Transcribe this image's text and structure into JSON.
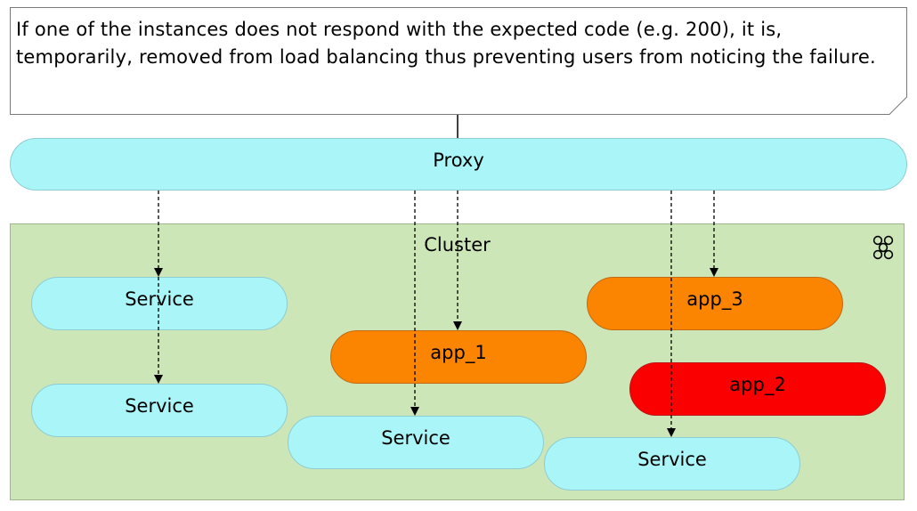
{
  "note": {
    "text": "If one of the instances does not respond with the expected code (e.g. 200), it is, temporarily, removed from load balancing thus preventing users from noticing the failure."
  },
  "proxy": {
    "label": "Proxy"
  },
  "cluster": {
    "label": "Cluster",
    "icon": "cluster-icon"
  },
  "nodes": {
    "service_1": "Service",
    "service_2": "Service",
    "service_3": "Service",
    "service_4": "Service",
    "app_1": "app_1",
    "app_2": "app_2",
    "app_3": "app_3"
  },
  "colors": {
    "proxy_and_service": "#aaf5f7",
    "cluster": "#cce6b8",
    "healthy_app": "#fb8400",
    "failed_app": "#fa0000"
  }
}
